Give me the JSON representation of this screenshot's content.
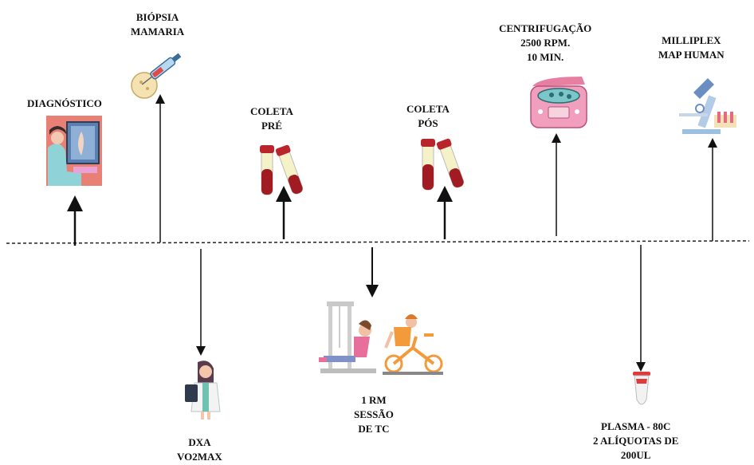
{
  "steps_above": [
    {
      "id": "diagnostico",
      "lines": [
        "DIAGNÓSTICO"
      ],
      "icon": "doctor-monitor-icon"
    },
    {
      "id": "biopsia",
      "lines": [
        "BIÓPSIA",
        "MAMARIA"
      ],
      "icon": "syringe-icon"
    },
    {
      "id": "coleta-pre",
      "lines": [
        "COLETA",
        "PRÉ"
      ],
      "icon": "blood-tubes-icon"
    },
    {
      "id": "coleta-pos",
      "lines": [
        "COLETA",
        "PÓS"
      ],
      "icon": "blood-tubes-icon"
    },
    {
      "id": "centrifugacao",
      "lines": [
        "CENTRIFUGAÇÃO",
        "2500 RPM.",
        "10 MIN."
      ],
      "icon": "centrifuge-icon"
    },
    {
      "id": "milliplex",
      "lines": [
        "MILLIPLEX",
        "MAP HUMAN"
      ],
      "icon": "microscope-icon"
    }
  ],
  "steps_below": [
    {
      "id": "dxa",
      "lines": [
        "DXA",
        "VO2MAX"
      ],
      "icon": "doctor-clipboard-icon"
    },
    {
      "id": "sessao",
      "lines": [
        "1 RM",
        "SESSÃO",
        "DE TC"
      ],
      "icon": "exercise-icon"
    },
    {
      "id": "plasma",
      "lines": [
        "PLASMA - 80C",
        "2 ALÍQUOTAS DE",
        "200UL"
      ],
      "icon": "tube-icon"
    }
  ]
}
